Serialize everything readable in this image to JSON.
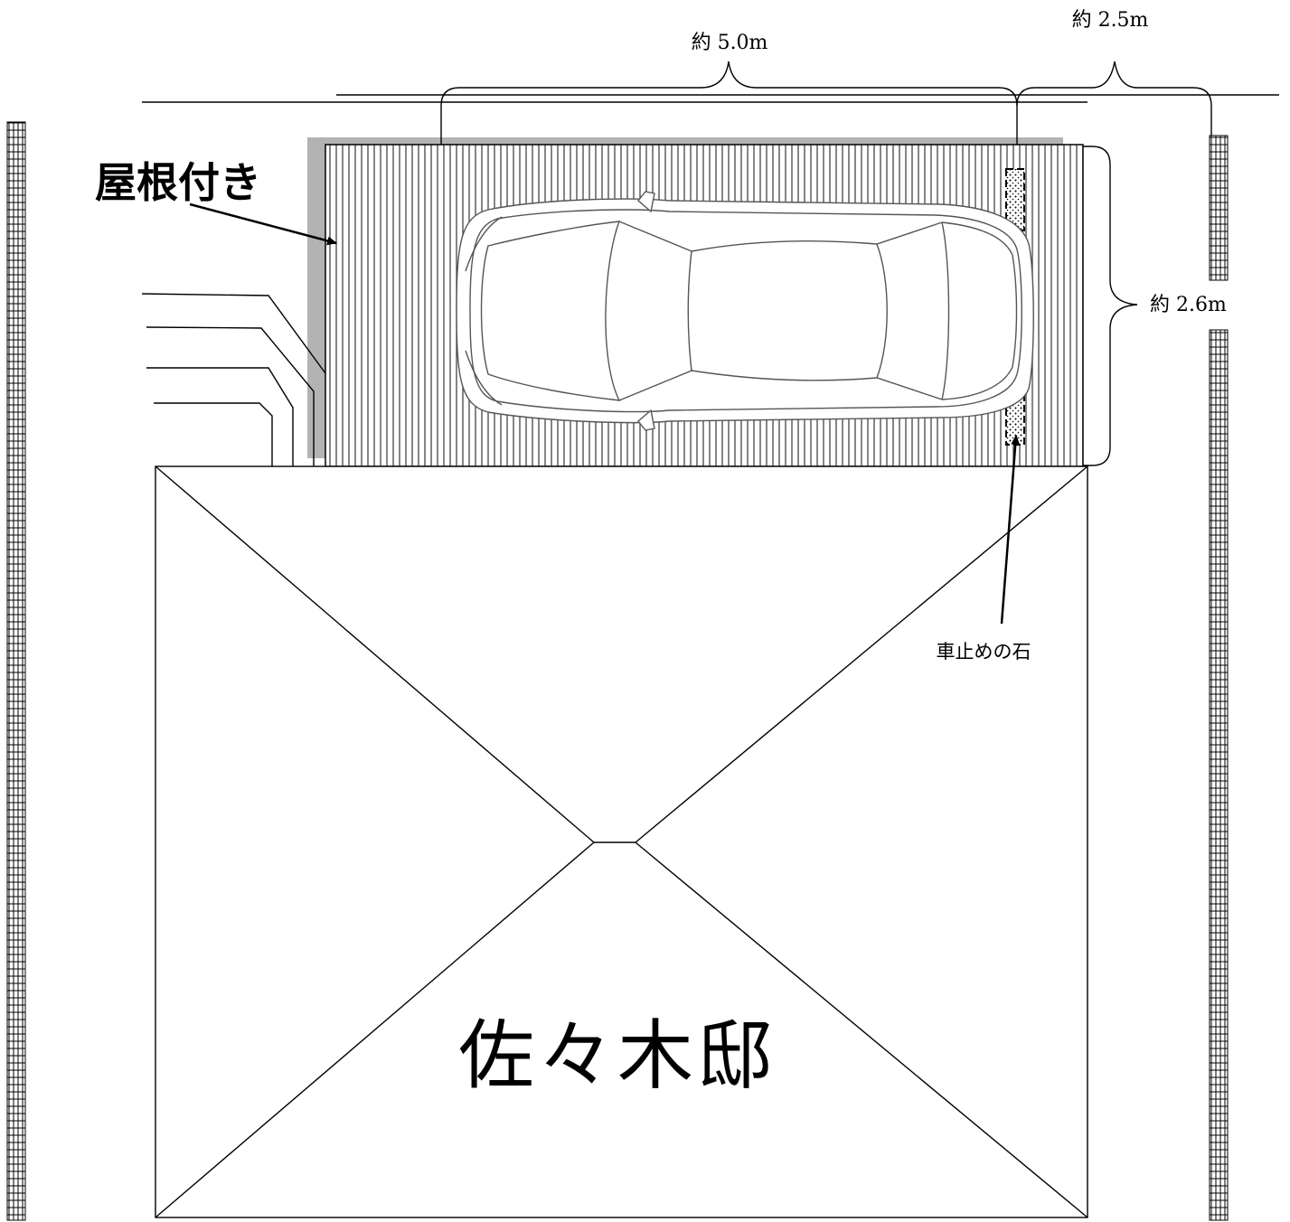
{
  "labels": {
    "roof": "屋根付き",
    "length": "約 5.0m",
    "gap": "約 2.5m",
    "width": "約 2.6m",
    "stopper": "車止めの石",
    "house": "佐々木邸"
  },
  "colors": {
    "line": "#000000",
    "roof_shadow": "#b3b3b3",
    "stripe": "#444444",
    "background": "#ffffff"
  },
  "icons": {
    "car": "car-top-view-icon",
    "arrow": "arrow-icon",
    "fence": "fence-lattice-icon"
  }
}
